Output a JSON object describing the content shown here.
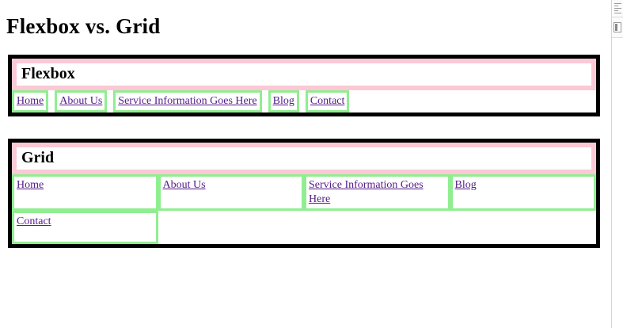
{
  "page": {
    "title": "Flexbox vs. Grid"
  },
  "colors": {
    "frame_border": "#000000",
    "heading_border": "#fbc9d6",
    "cell_border": "#90ee90",
    "link": "#551a8b",
    "background": "#ffffff"
  },
  "sections": [
    {
      "id": "flexbox",
      "heading": "Flexbox",
      "layout_mode": "flex",
      "items": [
        {
          "label": "Home"
        },
        {
          "label": "About Us"
        },
        {
          "label": "Service Information Goes Here"
        },
        {
          "label": "Blog"
        },
        {
          "label": "Contact"
        }
      ]
    },
    {
      "id": "grid",
      "heading": "Grid",
      "layout_mode": "grid",
      "columns": 4,
      "items": [
        {
          "label": "Home"
        },
        {
          "label": "About Us"
        },
        {
          "label": "Service Information Goes Here"
        },
        {
          "label": "Blog"
        },
        {
          "label": "Contact"
        }
      ]
    }
  ],
  "side_panel": {
    "present": true,
    "blocks": [
      "list-fragment",
      "button-fragment"
    ]
  }
}
